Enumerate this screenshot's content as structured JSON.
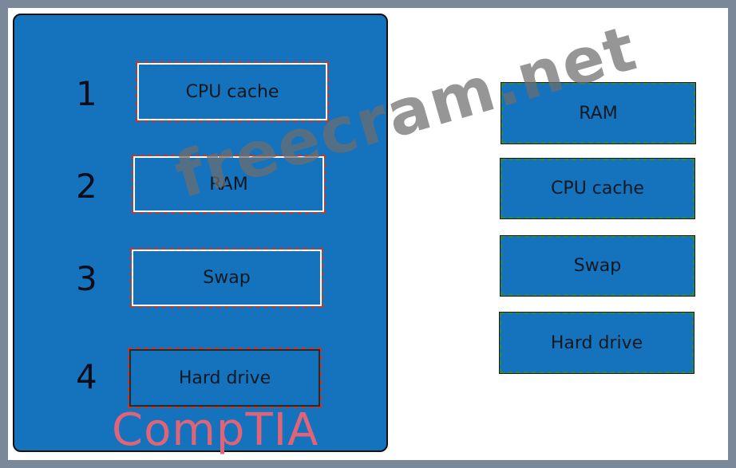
{
  "question": {
    "slots": [
      {
        "number": "1",
        "answer": "CPU cache"
      },
      {
        "number": "2",
        "answer": "RAM"
      },
      {
        "number": "3",
        "answer": "Swap"
      },
      {
        "number": "4",
        "answer": "Hard drive"
      }
    ],
    "choices": [
      "RAM",
      "CPU cache",
      "Swap",
      "Hard drive"
    ]
  },
  "watermark": "freecram.net",
  "brand_logo": "CompTIA",
  "colors": {
    "panel_blue": "#1572bd",
    "slot_dash_red": "#c0392b",
    "choice_dash_green": "#2e8b3e",
    "frame_gray": "#7b8899",
    "logo_pink": "#e06478"
  }
}
